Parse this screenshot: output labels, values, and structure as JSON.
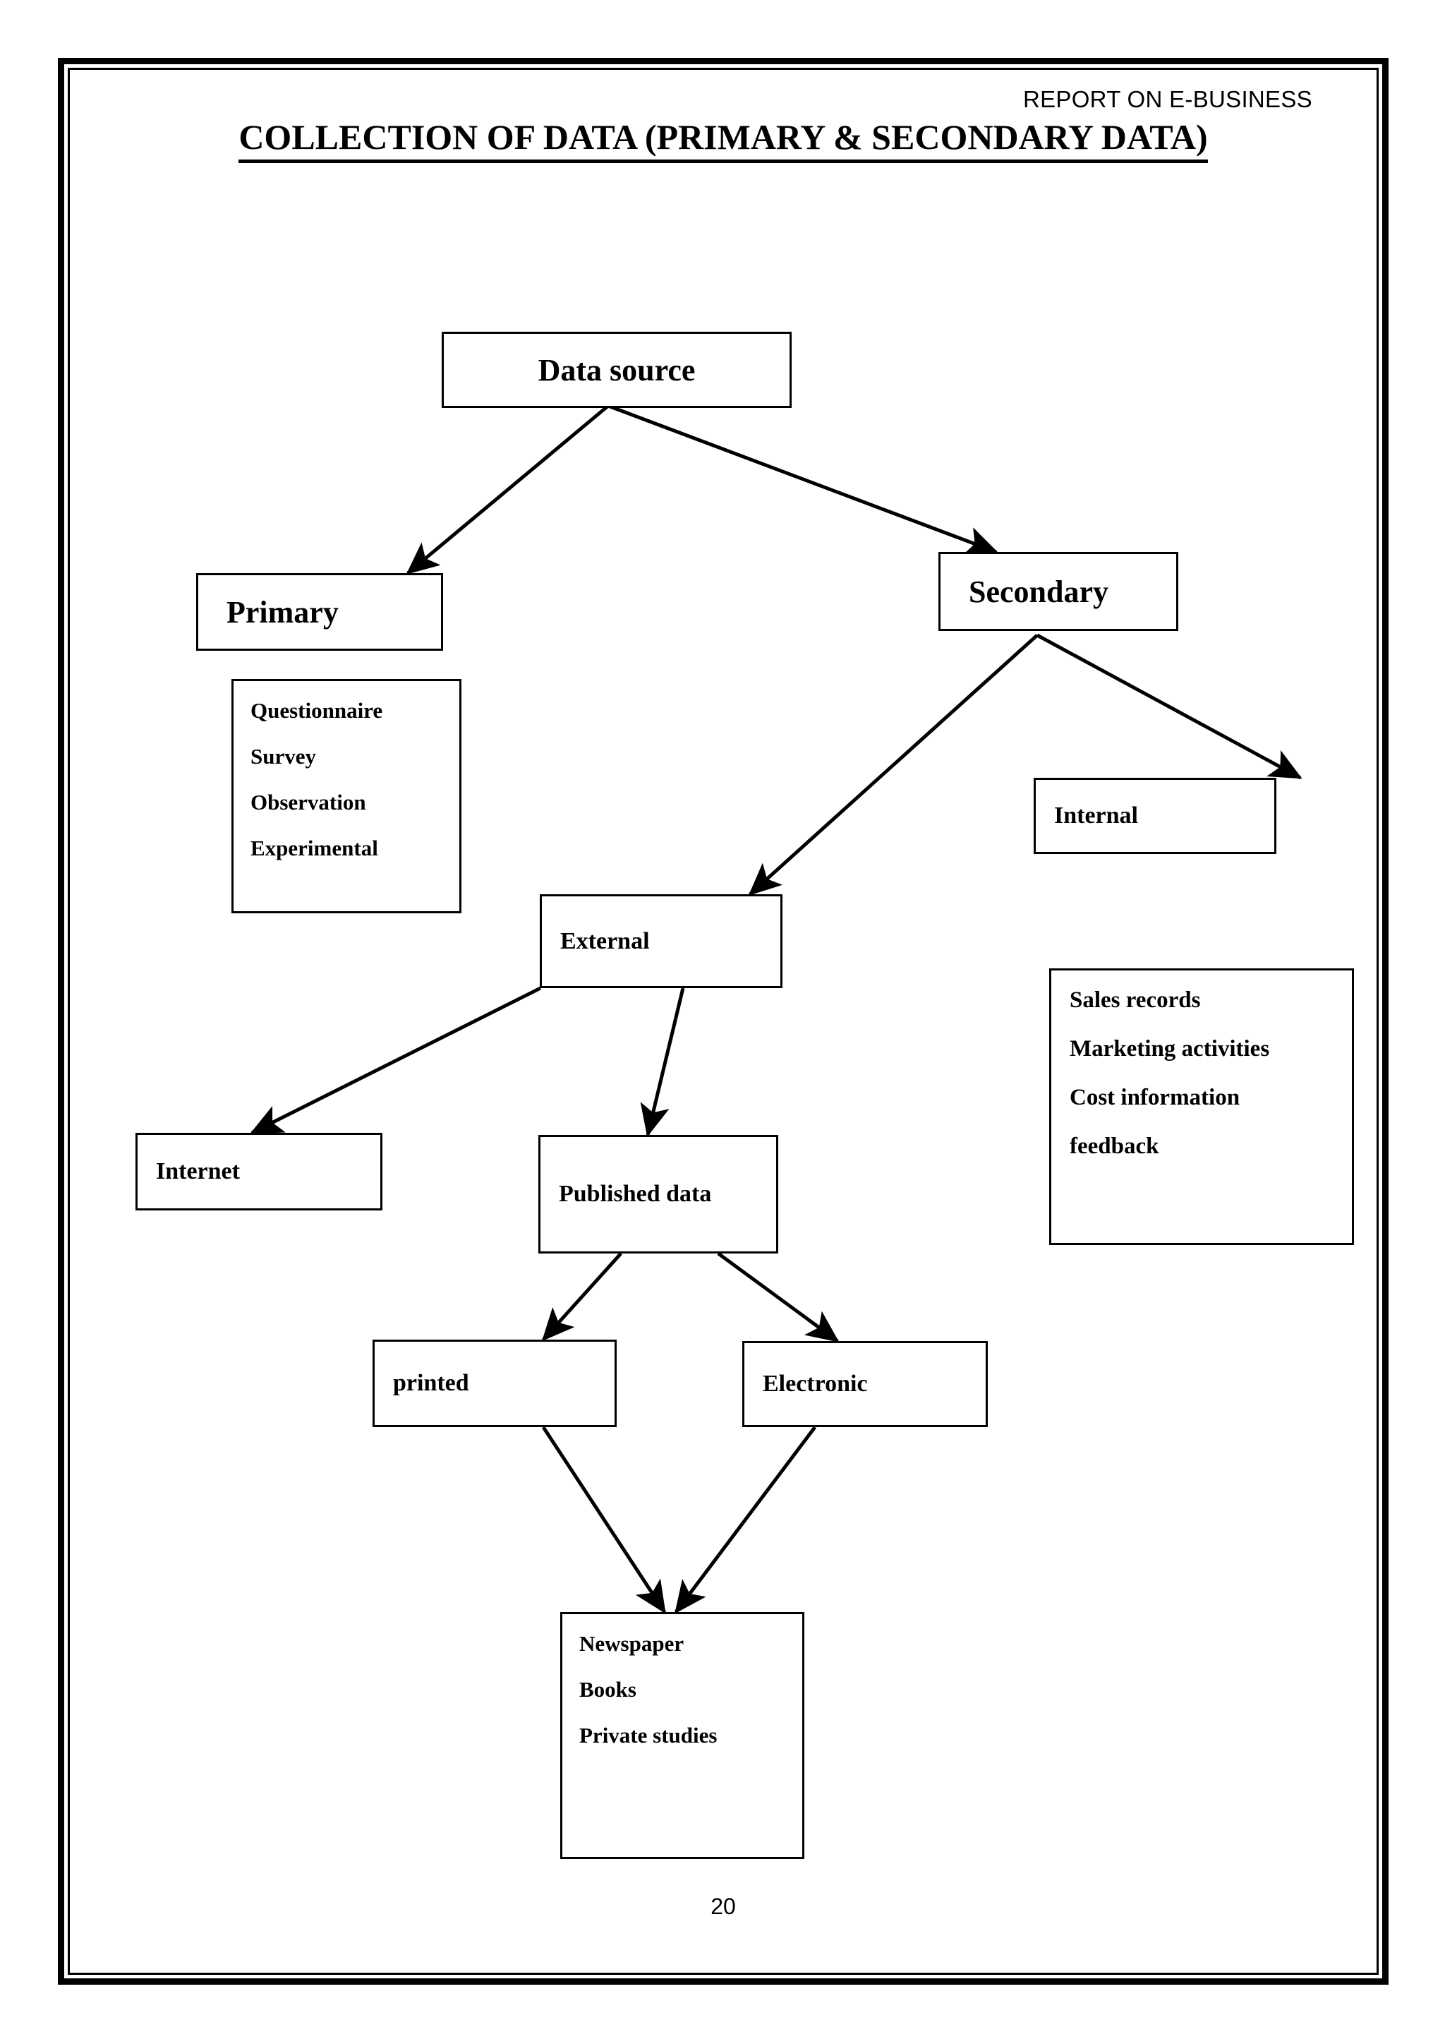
{
  "header": {
    "running_head": "REPORT ON E-BUSINESS",
    "title": "COLLECTION OF DATA (PRIMARY & SECONDARY DATA)"
  },
  "footer": {
    "page_number": "20"
  },
  "diagram": {
    "type": "flowchart",
    "nodes": {
      "data_source": {
        "label": "Data source"
      },
      "primary": {
        "label": "Primary"
      },
      "secondary": {
        "label": "Secondary"
      },
      "primary_methods": {
        "items": [
          "Questionnaire",
          "Survey",
          "Observation",
          "Experimental"
        ]
      },
      "internal": {
        "label": "Internal"
      },
      "internal_sources": {
        "items": [
          "Sales records",
          "Marketing activities",
          "Cost information",
          "feedback"
        ]
      },
      "external": {
        "label": "External"
      },
      "internet": {
        "label": "Internet"
      },
      "published_data": {
        "label": "Published data"
      },
      "printed": {
        "label": "printed"
      },
      "electronic": {
        "label": "Electronic"
      },
      "printed_sources": {
        "items": [
          "Newspaper",
          "Books",
          "Private studies"
        ]
      }
    },
    "edges": [
      {
        "from": "data_source",
        "to": "primary"
      },
      {
        "from": "data_source",
        "to": "secondary"
      },
      {
        "from": "secondary",
        "to": "external"
      },
      {
        "from": "secondary",
        "to": "internal"
      },
      {
        "from": "external",
        "to": "internet"
      },
      {
        "from": "external",
        "to": "published_data"
      },
      {
        "from": "published_data",
        "to": "printed"
      },
      {
        "from": "published_data",
        "to": "electronic"
      },
      {
        "from": "printed",
        "to": "printed_sources"
      },
      {
        "from": "electronic",
        "to": "printed_sources"
      }
    ],
    "colors": {
      "line": "#000000",
      "box_fill": "#ffffff",
      "text": "#000000"
    }
  }
}
